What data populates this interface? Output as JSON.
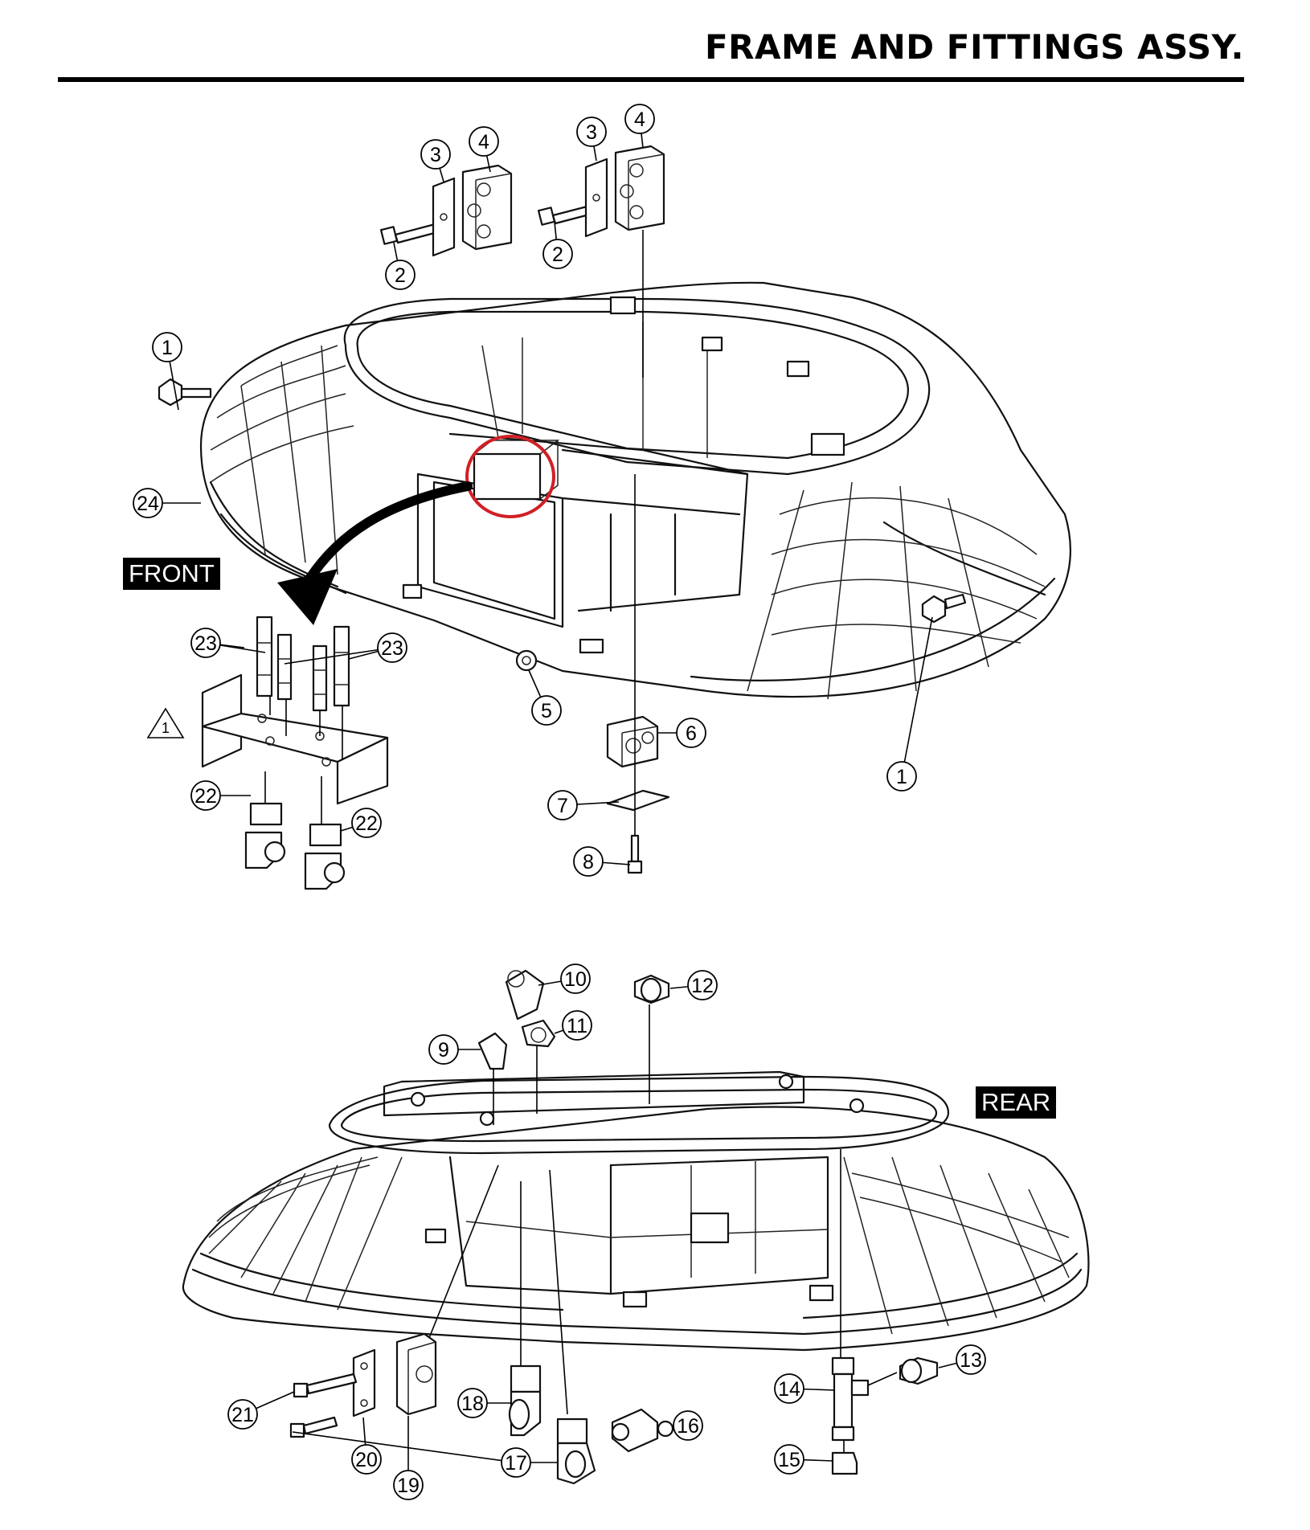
{
  "header": {
    "title": "FRAME AND FITTINGS ASSY."
  },
  "labels": {
    "front": "FRONT",
    "rear": "REAR"
  },
  "warning_symbol": {
    "icon": "warning-triangle-icon",
    "text": "1"
  },
  "callouts": [
    "1",
    "1",
    "2",
    "2",
    "3",
    "3",
    "4",
    "4",
    "5",
    "6",
    "7",
    "8",
    "9",
    "10",
    "11",
    "12",
    "13",
    "14",
    "15",
    "16",
    "17",
    "18",
    "19",
    "20",
    "21",
    "22",
    "22",
    "23",
    "23",
    "24"
  ],
  "highlight": {
    "color": "#d11f26"
  }
}
